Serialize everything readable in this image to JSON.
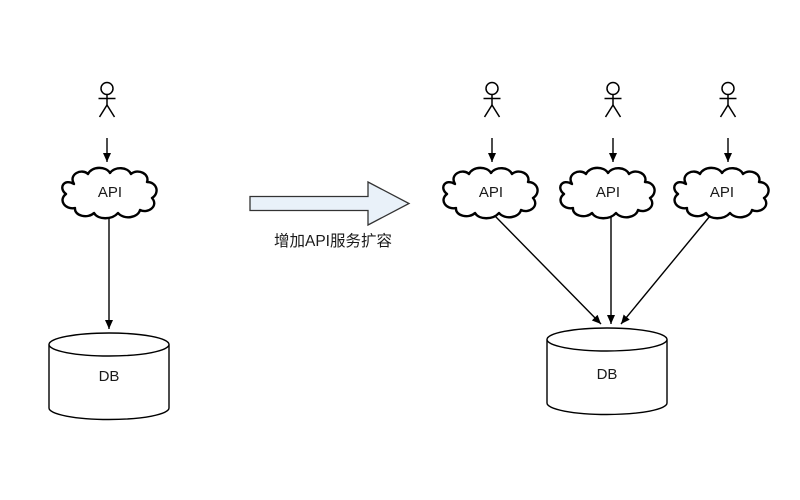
{
  "diagram": {
    "before": {
      "api_label": "API",
      "db_label": "DB"
    },
    "transition": {
      "label": "增加API服务扩容"
    },
    "after": {
      "api_nodes": [
        {
          "label": "API"
        },
        {
          "label": "API"
        },
        {
          "label": "API"
        }
      ],
      "db_label": "DB"
    },
    "colors": {
      "stroke": "#000000",
      "block_arrow_fill": "#e9f1f9",
      "block_arrow_stroke": "#333333",
      "background": "#ffffff"
    }
  }
}
